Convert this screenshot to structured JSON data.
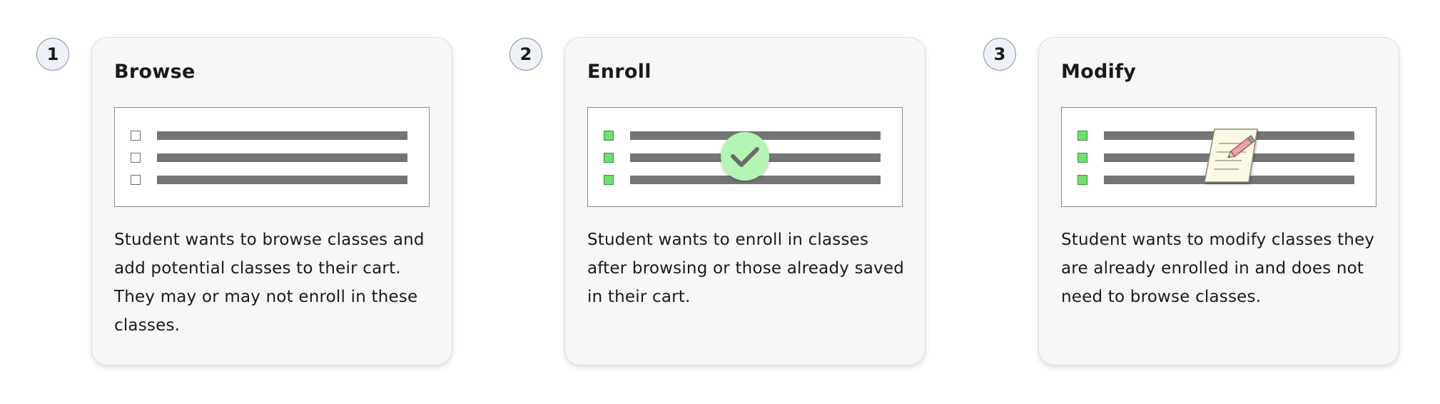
{
  "steps": [
    {
      "number": "1",
      "title": "Browse",
      "description": "Student wants to browse classes and add potential classes to their cart. They may or may not enroll in these classes.",
      "illustration": {
        "checkbox_state": "unchecked",
        "overlay_icon": "none"
      }
    },
    {
      "number": "2",
      "title": "Enroll",
      "description": "Student wants to enroll in classes after browsing or those already saved in their cart.",
      "illustration": {
        "checkbox_state": "checked",
        "overlay_icon": "checkmark-circle-icon"
      }
    },
    {
      "number": "3",
      "title": "Modify",
      "description": "Student wants to modify classes they are already enrolled in and does not need to browse classes.",
      "illustration": {
        "checkbox_state": "checked",
        "overlay_icon": "note-with-pencil-icon"
      }
    }
  ],
  "colors": {
    "card_background": "#f7f7f7",
    "badge_background": "#eef2f8",
    "checked_box": "#6fe06f",
    "check_circle": "#b4f4b4",
    "bar": "#757575"
  }
}
